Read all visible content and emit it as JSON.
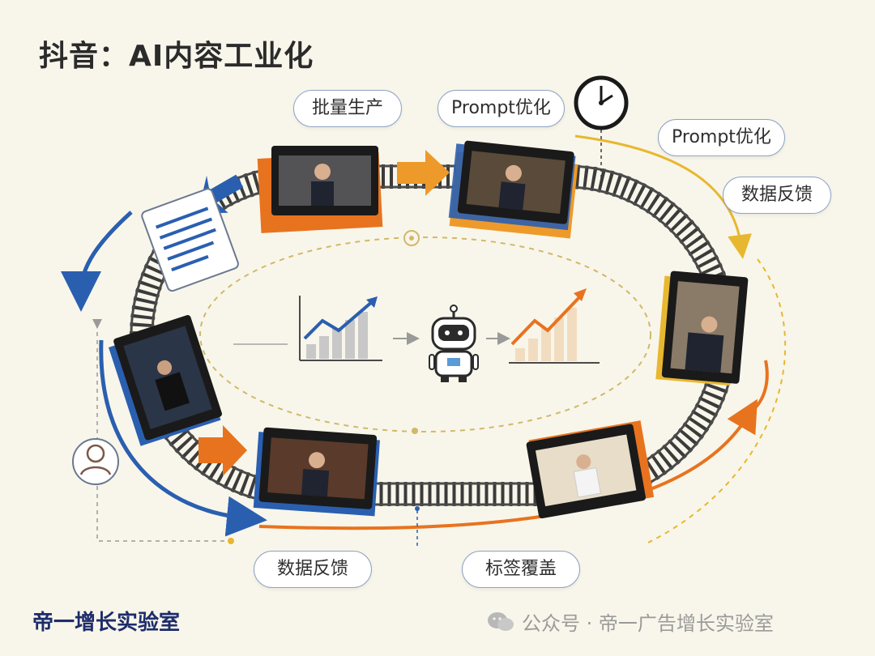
{
  "title": "抖音：AI内容工业化",
  "pills": {
    "batch": "批量生产",
    "prompt_top": "Prompt优化",
    "prompt_right": "Prompt优化",
    "feedback_right": "数据反馈",
    "feedback_bottom": "数据反馈",
    "tag_cover": "标签覆盖"
  },
  "footer": {
    "brand": "帝一增长实验室",
    "wechat_label": "公众号 · 帝一广告增长实验室"
  },
  "colors": {
    "blue": "#2a5fb0",
    "orange": "#e8731f",
    "yellow": "#e8b730",
    "track": "#3b3b3b"
  },
  "icons": {
    "clock": "clock-icon",
    "robot": "robot-icon",
    "person": "person-icon",
    "document": "document-icon",
    "chart_up": "trend-chart-icon",
    "wechat": "wechat-icon"
  }
}
